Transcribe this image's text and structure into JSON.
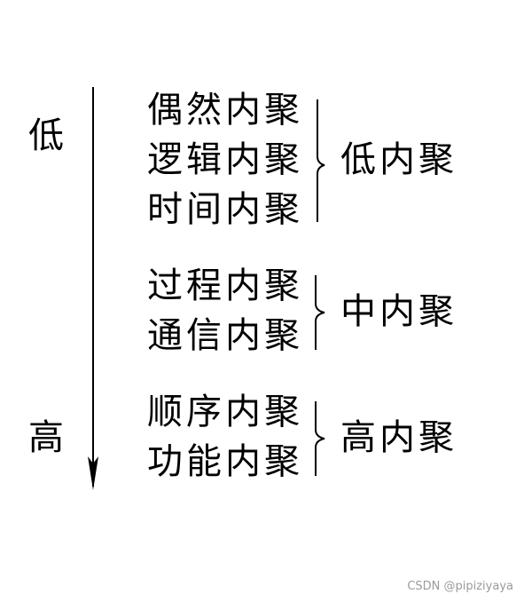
{
  "axis": {
    "low_label": "低",
    "high_label": "高"
  },
  "groups": [
    {
      "items": [
        "偶然内聚",
        "逻辑内聚",
        "时间内聚"
      ],
      "label": "低内聚"
    },
    {
      "items": [
        "过程内聚",
        "通信内聚"
      ],
      "label": "中内聚"
    },
    {
      "items": [
        "顺序内聚",
        "功能内聚"
      ],
      "label": "高内聚"
    }
  ],
  "watermark": "CSDN @pipiziyaya"
}
